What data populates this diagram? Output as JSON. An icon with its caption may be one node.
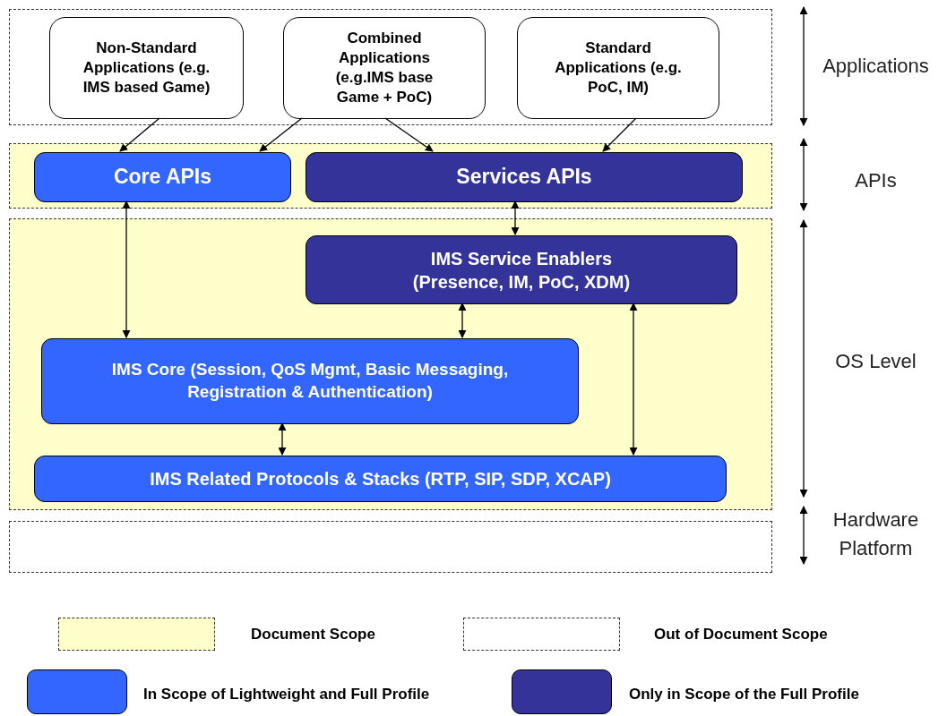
{
  "diagram": {
    "nodes": [
      {
        "text": [],
        "shape": "box"
      },
      {
        "text": [
          "Non-Standard Applications (e.g. IMS based Game)"
        ],
        "in": 0
      },
      {
        "text": [
          "Combined Applications (e.g.IMS base Game + PoC)"
        ],
        "in": 0
      },
      {
        "text": [
          "Standard Applications (e.g. PoC, IM)"
        ],
        "in": 0
      },
      {
        "text": [],
        "shape": "box"
      },
      {
        "text": [
          "Core APIs"
        ],
        "in": 4
      },
      {
        "text": [
          "Services APIs"
        ],
        "in": 4
      },
      {
        "text": [],
        "shape": "box"
      },
      {
        "text": [
          "IMS Service Enablers (Presence, IM, PoC, XDM)"
        ],
        "in": 7
      },
      {
        "text": [
          "IMS Core (Session, QoS Mgmt, Basic Messaging, Registration & Authentication)"
        ],
        "in": 7
      },
      {
        "text": [
          "IMS Related Protocols & Stacks (RTP, SIP, SDP, XCAP)"
        ],
        "in": 7
      },
      {
        "text": [],
        "shape": "box"
      }
    ],
    "labels": [
      "Applications",
      "APIs",
      "OS Level",
      "Hardware Platform"
    ],
    "edges": [
      {
        "from": 1,
        "to": 5,
        "arrow": "to"
      },
      {
        "from": 2,
        "to": 5,
        "arrow": "to"
      },
      {
        "from": 2,
        "to": 6,
        "arrow": "to"
      },
      {
        "from": 3,
        "to": 6,
        "arrow": "to"
      },
      {
        "from": 6,
        "to": 8,
        "arrow": "both"
      },
      {
        "from": 5,
        "to": 9,
        "arrow": "both"
      },
      {
        "from": 8,
        "to": 9,
        "arrow": "both"
      },
      {
        "from": 9,
        "to": 10,
        "arrow": "both"
      },
      {
        "from": 8,
        "to": 10,
        "arrow": "both"
      }
    ],
    "legend": [
      {
        "text": "Document Scope",
        "color": "#ffffcc"
      },
      {
        "text": "Out of Document Scope",
        "color": "#ffffff"
      },
      {
        "text": "In Scope of Lightweight and Full Profile",
        "color": "#3366ff"
      },
      {
        "text": "Only in Scope of the Full Profile",
        "color": "#333399"
      }
    ]
  }
}
